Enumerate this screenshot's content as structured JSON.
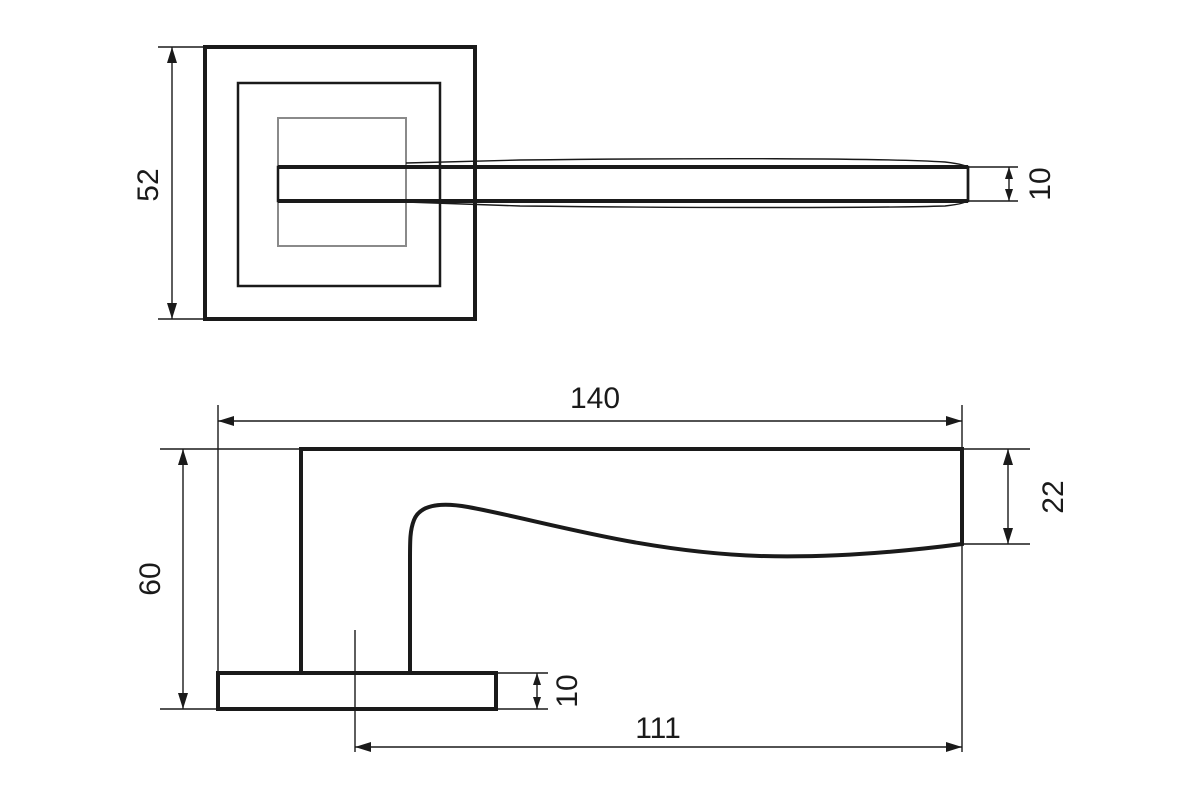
{
  "drawing": {
    "dimensions": {
      "top_rose_height": "52",
      "top_lever_thickness": "10",
      "side_length": "140",
      "side_height": "60",
      "side_lever_height": "22",
      "side_rose_thickness": "10",
      "side_axis_to_end": "111"
    }
  }
}
